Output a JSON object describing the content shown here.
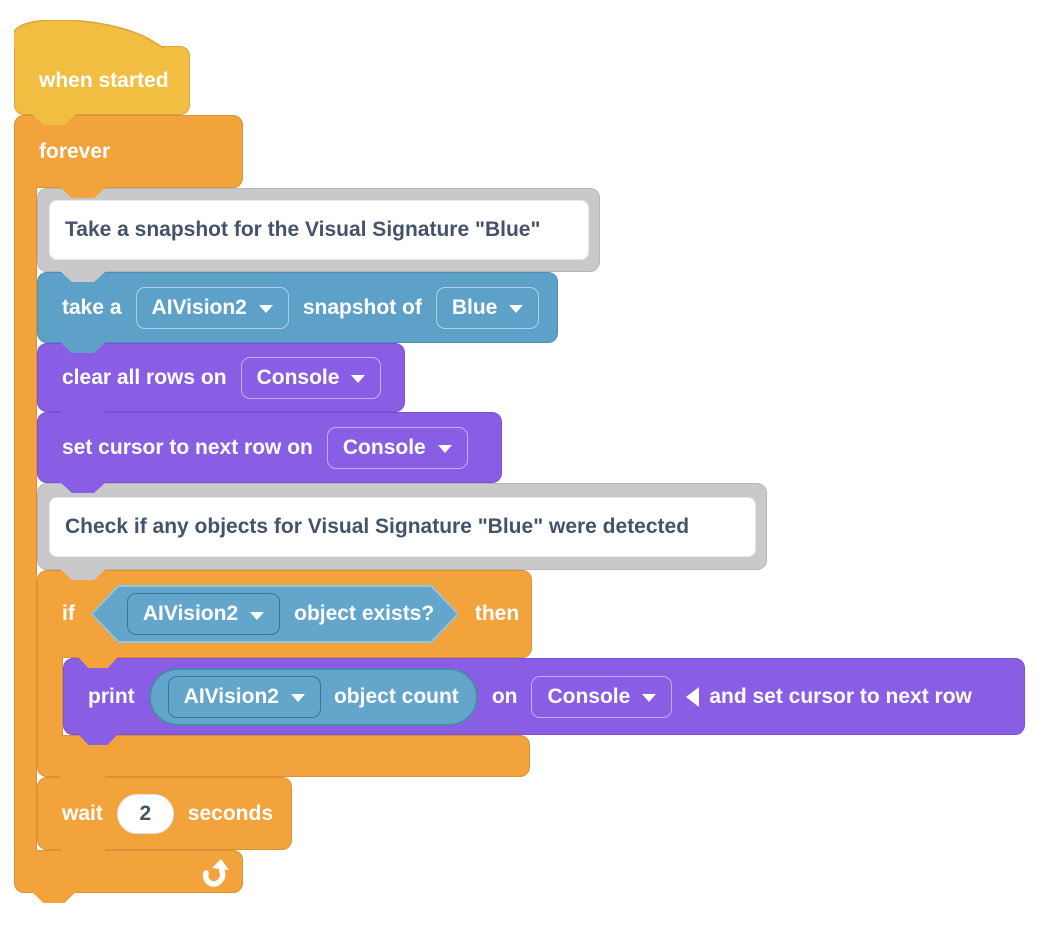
{
  "colors": {
    "hat_yellow": "#F2BE41",
    "hat_border": "#D9A53A",
    "orange": "#F2A33C",
    "orange_border": "#DB9236",
    "gray": "#C9C9C9",
    "gray_border": "#B6B6B6",
    "blue": "#5EA1C8",
    "blue_border": "#4E8DB4",
    "purple": "#8A5DE5",
    "purple_border": "#7C4FD6",
    "input_blue": "#63A5CB",
    "input_blue_border": "#4C87A9",
    "hex_border_light": "#8FC6E0",
    "comment_text": "#44536B"
  },
  "blocks": {
    "when_started": {
      "label": "when started"
    },
    "forever": {
      "label": "forever"
    },
    "comment_snapshot": {
      "text": "Take a snapshot for the Visual Signature \"Blue\""
    },
    "take_snapshot": {
      "text_take_a": "take a",
      "camera_dropdown": "AIVision2",
      "text_snapshot_of": "snapshot of",
      "signature_dropdown": "Blue"
    },
    "clear_rows": {
      "label": "clear all rows on",
      "target_dropdown": "Console"
    },
    "set_cursor": {
      "label": "set cursor to next row on",
      "target_dropdown": "Console"
    },
    "comment_check": {
      "text": "Check if any objects for Visual Signature \"Blue\" were detected"
    },
    "if": {
      "text_if": "if",
      "condition": {
        "camera_dropdown": "AIVision2",
        "label": "object exists?"
      },
      "text_then": "then"
    },
    "print": {
      "text_print": "print",
      "reporter": {
        "camera_dropdown": "AIVision2",
        "label": "object count"
      },
      "text_on": "on",
      "target_dropdown": "Console",
      "collapsed_suffix": "and set cursor to next row"
    },
    "wait": {
      "text_wait": "wait",
      "value": "2",
      "text_seconds": "seconds"
    }
  }
}
